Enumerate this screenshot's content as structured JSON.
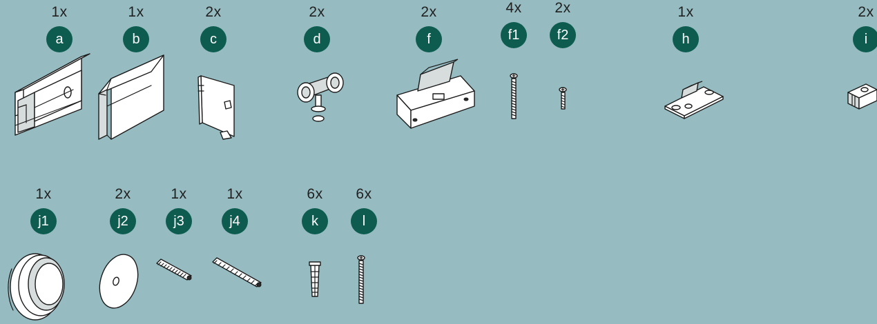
{
  "colors": {
    "background": "#96bcc2",
    "badge": "#0e5c50",
    "badge_text": "#ffffff"
  },
  "parts": [
    {
      "id": "a",
      "label": "a",
      "quantity": "1x",
      "icon": "top-track-rail-icon"
    },
    {
      "id": "b",
      "label": "b",
      "quantity": "1x",
      "icon": "cover-profile-icon"
    },
    {
      "id": "c",
      "label": "c",
      "quantity": "2x",
      "icon": "end-cap-icon"
    },
    {
      "id": "d",
      "label": "d",
      "quantity": "2x",
      "icon": "roller-trolley-icon"
    },
    {
      "id": "f",
      "label": "f",
      "quantity": "2x",
      "icon": "door-bracket-icon"
    },
    {
      "id": "f1",
      "label": "f1",
      "quantity": "4x",
      "icon": "long-screw-icon"
    },
    {
      "id": "f2",
      "label": "f2",
      "quantity": "2x",
      "icon": "short-screw-icon"
    },
    {
      "id": "h",
      "label": "h",
      "quantity": "1x",
      "icon": "floor-guide-icon"
    },
    {
      "id": "i",
      "label": "i",
      "quantity": "2x",
      "icon": "stopper-clip-icon"
    },
    {
      "id": "j1",
      "label": "j1",
      "quantity": "1x",
      "icon": "round-handle-icon"
    },
    {
      "id": "j2",
      "label": "j2",
      "quantity": "2x",
      "icon": "washer-icon"
    },
    {
      "id": "j3",
      "label": "j3",
      "quantity": "1x",
      "icon": "short-threaded-rod-icon"
    },
    {
      "id": "j4",
      "label": "j4",
      "quantity": "1x",
      "icon": "long-threaded-rod-icon"
    },
    {
      "id": "k",
      "label": "k",
      "quantity": "6x",
      "icon": "wall-plug-icon"
    },
    {
      "id": "l",
      "label": "l",
      "quantity": "6x",
      "icon": "wall-screw-icon"
    }
  ]
}
